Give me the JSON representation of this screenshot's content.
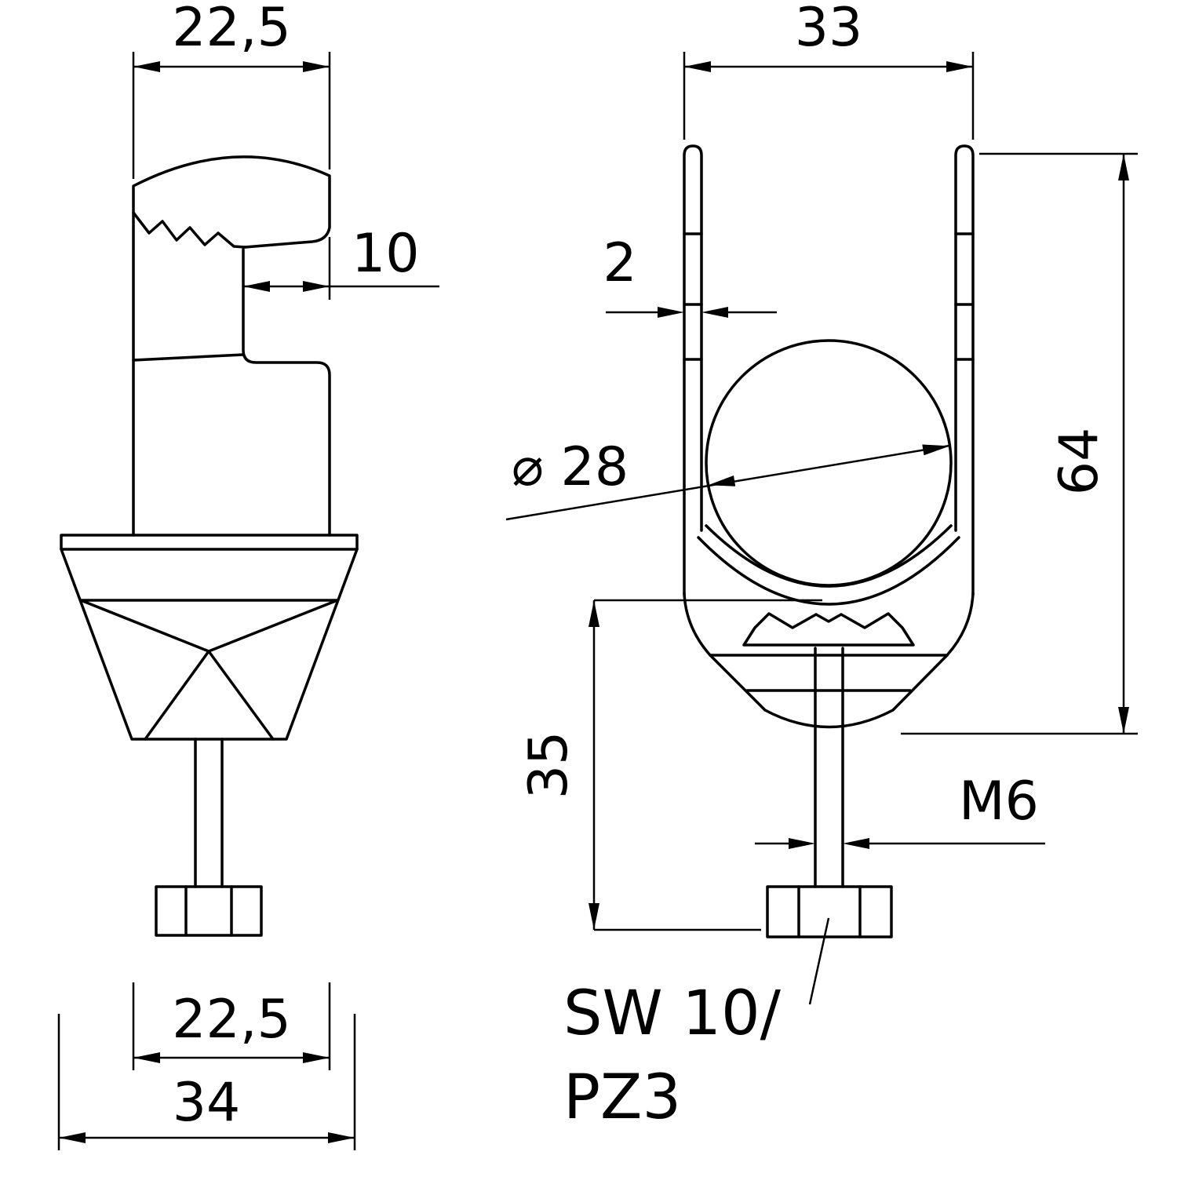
{
  "page": {
    "background_color": "#ffffff",
    "ink_color": "#000000",
    "type": "technical-dimension-drawing"
  },
  "views": {
    "side": {
      "label": "side-view-of-cable-clamp",
      "dims": {
        "top_width": "22,5",
        "slot_depth": "10",
        "band_width": "22,5",
        "foot_width": "34"
      }
    },
    "front": {
      "label": "front-view-of-cable-clamp",
      "dims": {
        "outer_width": "33",
        "material_thickness": "2",
        "cable_diameter": "⌀ 28",
        "total_height": "64",
        "lower_height": "35",
        "thread": "M6",
        "drive_line1": "SW 10/",
        "drive_line2": "PZ3"
      }
    }
  }
}
